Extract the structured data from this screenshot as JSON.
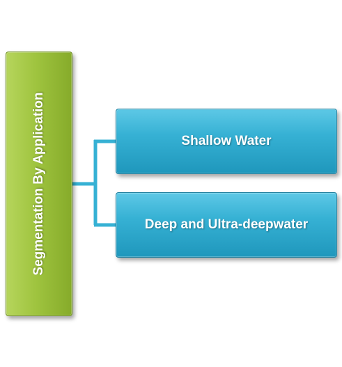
{
  "diagram": {
    "root": {
      "label": "Segmentation By Application",
      "color": "#9fc43f"
    },
    "children": [
      {
        "label": "Shallow Water",
        "color": "#36b1d4"
      },
      {
        "label": "Deep and Ultra-deepwater",
        "color": "#36b1d4"
      }
    ],
    "connector_color": "#36b1d4"
  }
}
